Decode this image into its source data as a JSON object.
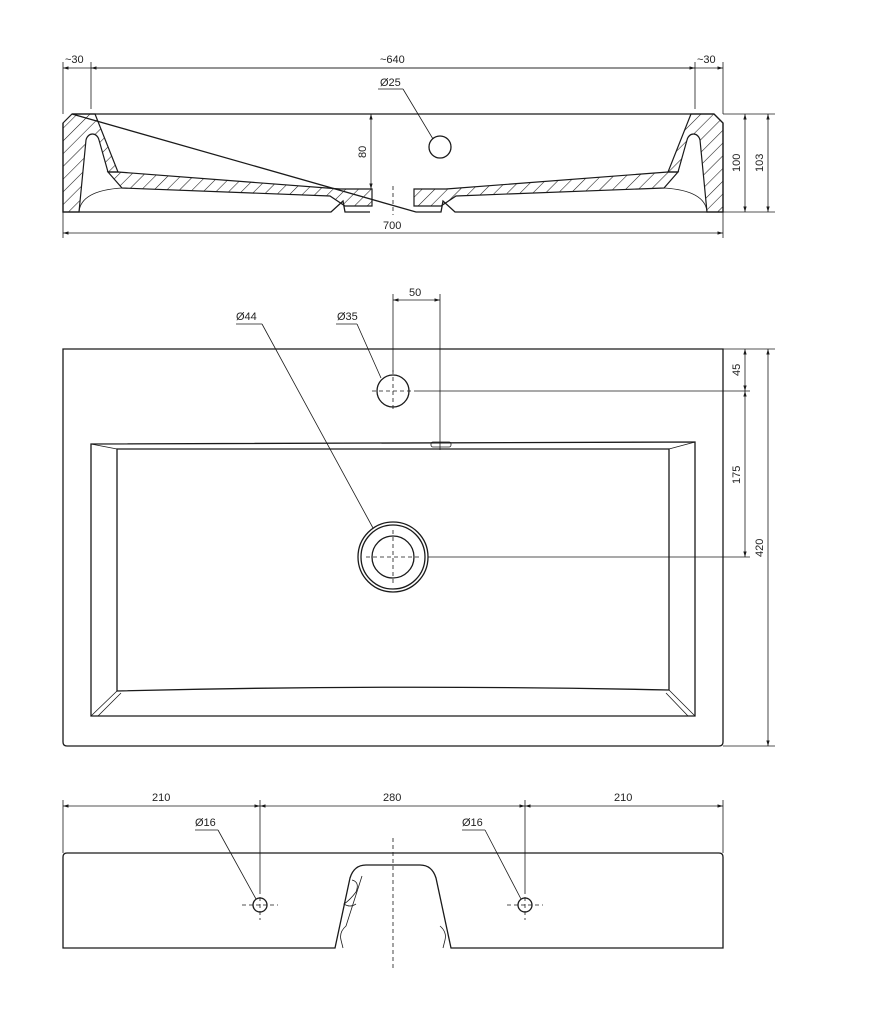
{
  "section_view": {
    "dim_left_margin": "~30",
    "dim_inner_width": "~640",
    "dim_right_margin": "~30",
    "dim_overflow_hole": "Ø25",
    "dim_depth": "80",
    "dim_height_inner": "100",
    "dim_height_total": "103",
    "dim_total_width": "700"
  },
  "top_view": {
    "dim_tap_offset": "50",
    "dim_drain": "Ø44",
    "dim_tap_hole": "Ø35",
    "dim_tap_from_edge": "45",
    "dim_drain_from_tap": "175",
    "dim_depth_total": "420"
  },
  "front_view": {
    "dim_left": "210",
    "dim_center": "280",
    "dim_right": "210",
    "dim_hole_left": "Ø16",
    "dim_hole_right": "Ø16"
  }
}
